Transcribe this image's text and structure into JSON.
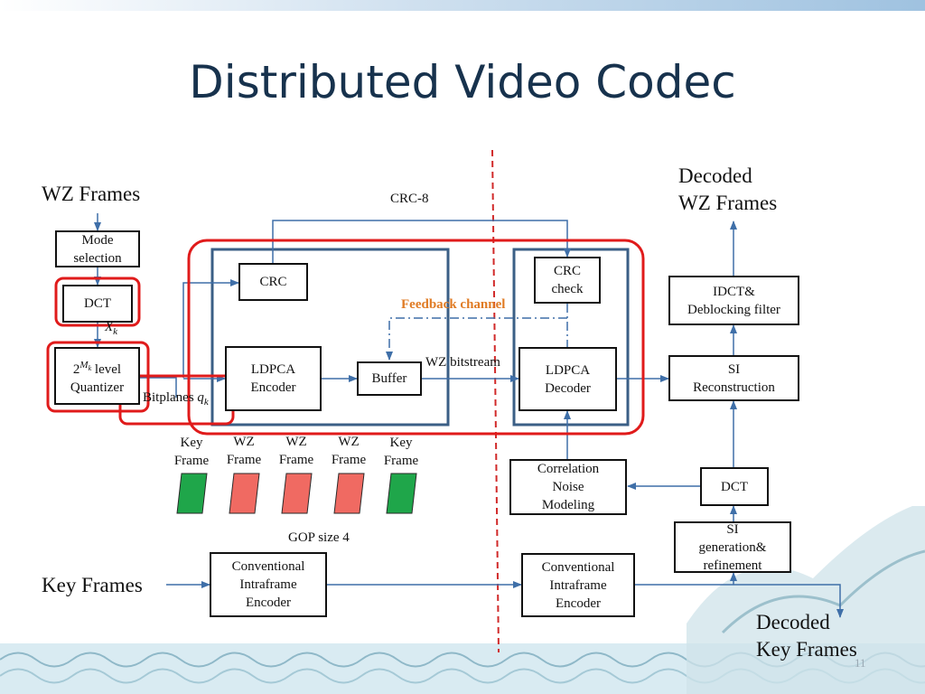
{
  "slide": {
    "title": "Distributed Video Codec",
    "page_number": "11"
  },
  "colors": {
    "title": "#17324d",
    "arrow": "#3f6fa8",
    "highlight_red": "#e01b1b",
    "group_blue": "#3b5f86",
    "divider_red": "#d12a2a",
    "feedback_text": "#e07b24",
    "key_frame_fill": "#1fa64a",
    "wz_frame_fill": "#f06a62"
  },
  "labels": {
    "wz_frames": "WZ Frames",
    "key_frames": "Key Frames",
    "decoded_wz_line1": "Decoded",
    "decoded_wz_line2": "WZ Frames",
    "decoded_key_line1": "Decoded",
    "decoded_key_line2": "Key Frames",
    "crc8": "CRC-8",
    "feedback_channel": "Feedback channel",
    "wz_bitstream": "WZ bitstream",
    "bitplanes": "Bitplanes",
    "gop_size": "GOP size 4",
    "xk": "X",
    "xk_sub": "k",
    "qk": "q",
    "qk_sub": "k"
  },
  "blocks": {
    "mode_selection": [
      "Mode",
      "selection"
    ],
    "dct_enc": [
      "DCT"
    ],
    "quantizer": {
      "prefix": "2",
      "sup": "M",
      "sup_sub": "k",
      "suffix": " level",
      "line2": "Quantizer"
    },
    "crc": [
      "CRC"
    ],
    "ldpca_encoder": [
      "LDPCA",
      "Encoder"
    ],
    "buffer": [
      "Buffer"
    ],
    "crc_check": [
      "CRC",
      "check"
    ],
    "ldpca_decoder": [
      "LDPCA",
      "Decoder"
    ],
    "idct": [
      "IDCT&",
      "Deblocking filter"
    ],
    "si_reconstruction": [
      "SI",
      "Reconstruction"
    ],
    "correlation_noise": [
      "Correlation",
      "Noise",
      "Modeling"
    ],
    "dct_dec": [
      "DCT"
    ],
    "si_generation": [
      "SI",
      "generation&",
      "refinement"
    ],
    "intra_encoder": [
      "Conventional",
      "Intraframe",
      "Encoder"
    ],
    "intra_decoder": [
      "Conventional",
      "Intraframe",
      "Encoder"
    ]
  },
  "gop_frames": [
    {
      "type": "key",
      "label1": "Key",
      "label2": "Frame"
    },
    {
      "type": "wz",
      "label1": "WZ",
      "label2": "Frame"
    },
    {
      "type": "wz",
      "label1": "WZ",
      "label2": "Frame"
    },
    {
      "type": "wz",
      "label1": "WZ",
      "label2": "Frame"
    },
    {
      "type": "key",
      "label1": "Key",
      "label2": "Frame"
    }
  ]
}
